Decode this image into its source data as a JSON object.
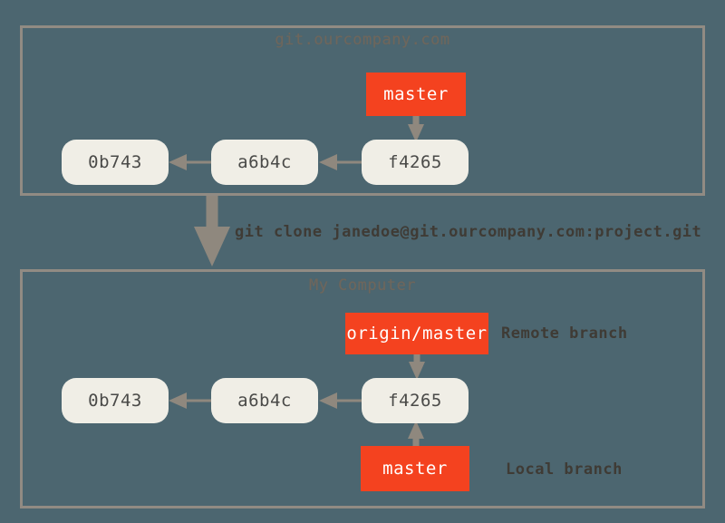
{
  "diagram": {
    "background_color": "#4c6670",
    "frame_color": "#918b83",
    "commit_fill": "#f0eee6",
    "commit_text_color": "#4a4a48",
    "branch_fill": "#f4421f",
    "branch_text_color": "#ffffff",
    "arrow_color": "#8f887e",
    "annotation_color": "#3f3b35",
    "region_title_color": "#6e665c"
  },
  "regions": [
    {
      "id": "remote",
      "title": "git.ourcompany.com",
      "commits": [
        {
          "id": "c1",
          "label": "0b743"
        },
        {
          "id": "c2",
          "label": "a6b4c"
        },
        {
          "id": "c3",
          "label": "f4265"
        }
      ],
      "branches": [
        {
          "id": "remote-master",
          "label": "master",
          "points_to": "f4265",
          "direction": "down"
        }
      ]
    },
    {
      "id": "local",
      "title": "My Computer",
      "commits": [
        {
          "id": "c1",
          "label": "0b743"
        },
        {
          "id": "c2",
          "label": "a6b4c"
        },
        {
          "id": "c3",
          "label": "f4265"
        }
      ],
      "branches": [
        {
          "id": "origin-master",
          "label": "origin/master",
          "points_to": "f4265",
          "direction": "down",
          "annotation": "Remote branch"
        },
        {
          "id": "local-master",
          "label": "master",
          "points_to": "f4265",
          "direction": "up",
          "annotation": "Local branch"
        }
      ]
    }
  ],
  "annotations": {
    "remote_branch": "Remote branch",
    "local_branch": "Local branch",
    "clone_command": "git clone janedoe@git.ourcompany.com:project.git"
  }
}
